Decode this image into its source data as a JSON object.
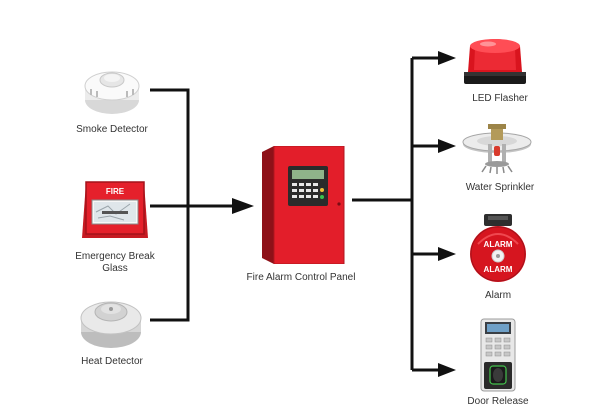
{
  "inputs": [
    {
      "id": "smoke",
      "label": "Smoke Detector",
      "icon": "smoke-detector-icon"
    },
    {
      "id": "break",
      "label_line1": "Emergency Break",
      "label_line2": "Glass",
      "device_text": "FIRE",
      "icon": "break-glass-icon"
    },
    {
      "id": "heat",
      "label": "Heat Detector",
      "icon": "heat-detector-icon"
    }
  ],
  "panel": {
    "label": "Fire Alarm Control Panel",
    "icon": "fire-alarm-control-panel-icon"
  },
  "outputs": [
    {
      "id": "flasher",
      "label": "LED Flasher",
      "icon": "led-flasher-icon"
    },
    {
      "id": "sprinkler",
      "label": "Water Sprinkler",
      "icon": "water-sprinkler-icon"
    },
    {
      "id": "alarm",
      "label": "Alarm",
      "device_text_top": "ALARM",
      "device_text_bottom": "ALARM",
      "icon": "alarm-bell-icon"
    },
    {
      "id": "door",
      "label": "Door Release",
      "icon": "door-release-icon"
    }
  ],
  "colors": {
    "connector": "#111111",
    "fire_red": "#e5202b",
    "dark_red": "#a3121b",
    "label_text": "#333333"
  }
}
